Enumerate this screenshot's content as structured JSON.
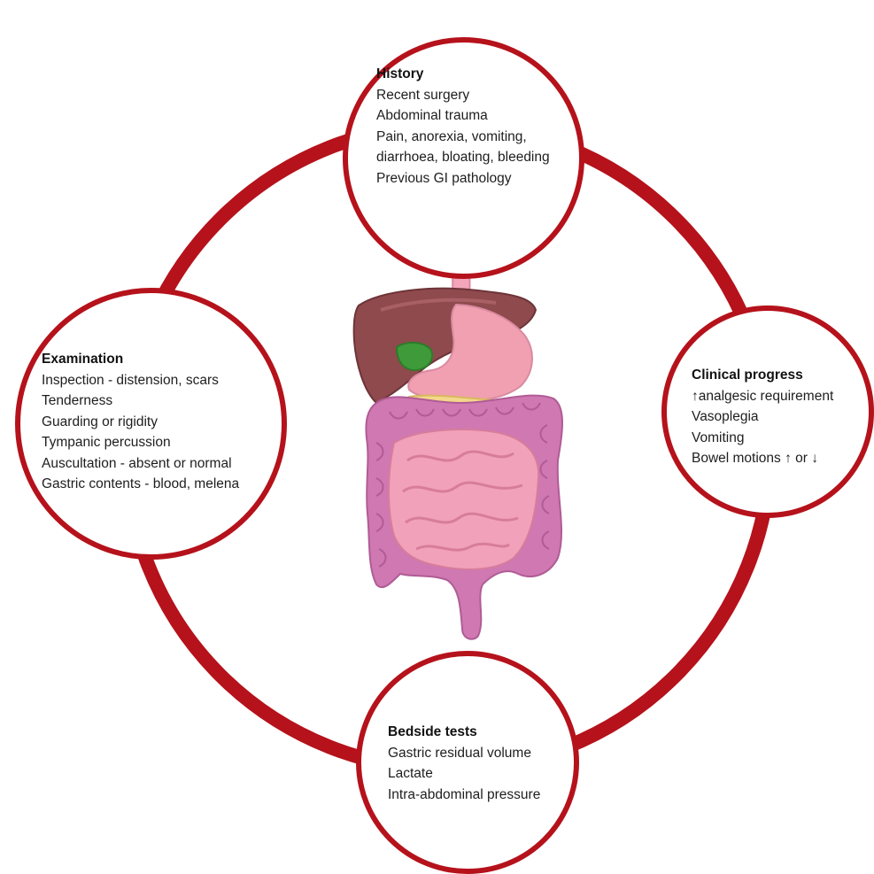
{
  "colors": {
    "ring": "#b5121b",
    "liver": "#8f4a4e",
    "gallbladder": "#3f9a3a",
    "stomach": "#f0a0b0",
    "small_intestine": "#f2a1ba",
    "large_intestine": "#cf78b2",
    "esophagus": "#f3a6bb",
    "pancreas": "#f3d78a"
  },
  "illustration": {
    "icon": "digestive-system-icon"
  },
  "nodes": {
    "history": {
      "title": "History",
      "items": [
        "Recent surgery",
        "Abdominal trauma",
        "Pain, anorexia, vomiting,",
        "diarrhoea, bloating, bleeding",
        "Previous GI pathology"
      ]
    },
    "examination": {
      "title": "Examination",
      "items": [
        "Inspection - distension, scars",
        "Tenderness",
        "Guarding or rigidity",
        "Tympanic percussion",
        "Auscultation - absent or normal",
        "Gastric contents - blood, melena"
      ]
    },
    "clinical": {
      "title": "Clinical progress",
      "items": [
        "↑analgesic requirement",
        "Vasoplegia",
        "Vomiting",
        "Bowel motions ↑ or ↓"
      ]
    },
    "bedside": {
      "title": "Bedside tests",
      "items": [
        "Gastric residual volume",
        "Lactate",
        "Intra-abdominal pressure"
      ]
    }
  }
}
